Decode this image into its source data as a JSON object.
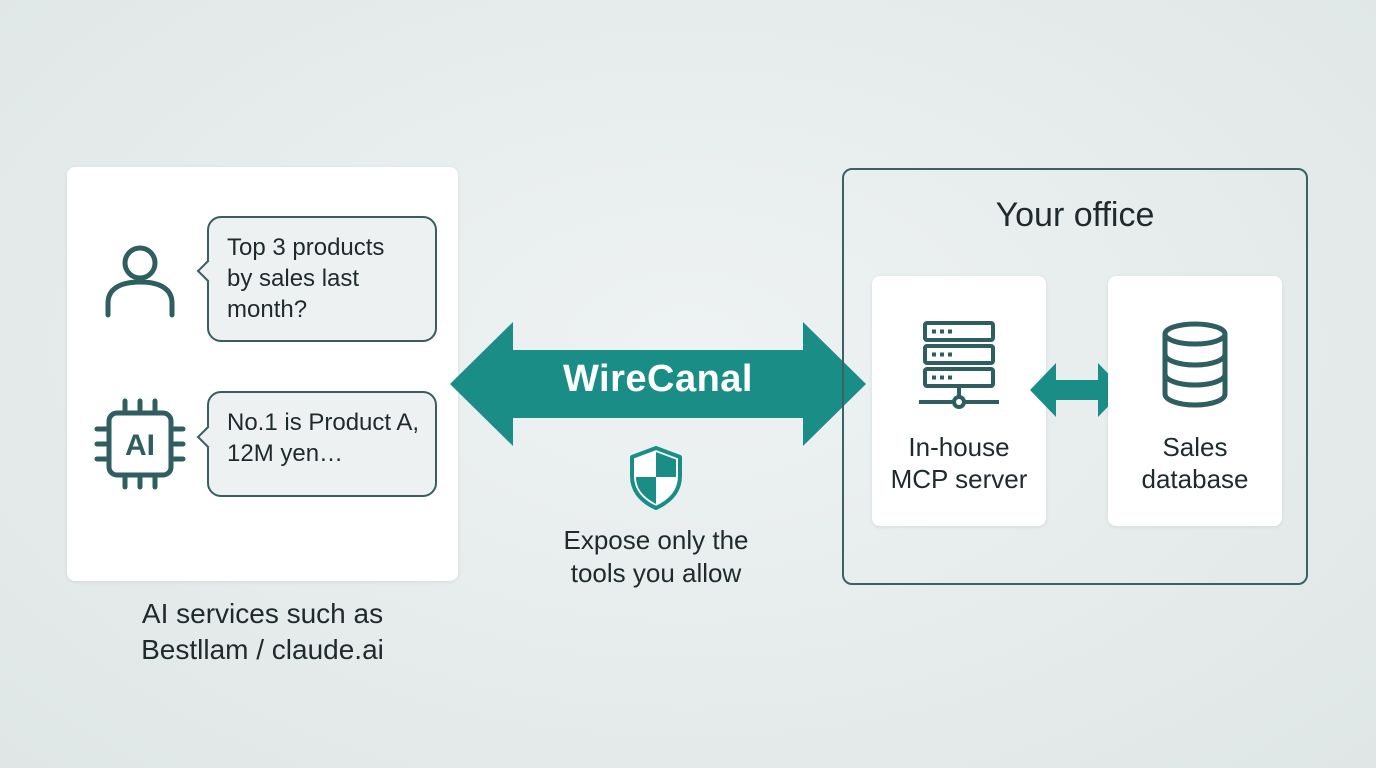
{
  "colors": {
    "accent": "#1b8d87",
    "icon_stroke": "#2f5e60",
    "background": "#e5ebeb",
    "card": "#ffffff",
    "bubble_fill": "#edf1f1"
  },
  "left_panel": {
    "user_icon": "user-icon",
    "ai_icon": "ai-chip-icon",
    "ai_chip_text": "AI",
    "user_message": "Top 3 products\nby sales last\nmonth?",
    "ai_message": "No.1 is Product A,\n12M yen…",
    "caption_line1": "AI services such as",
    "caption_line2": "Bestllam / claude.ai"
  },
  "center": {
    "arrow_label": "WireCanal",
    "shield_icon": "shield-icon",
    "caption": "Expose only the\ntools you allow"
  },
  "office": {
    "title": "Your office",
    "server_icon": "server-icon",
    "server_label": "In-house\nMCP server",
    "database_icon": "database-icon",
    "database_label": "Sales\ndatabase"
  }
}
